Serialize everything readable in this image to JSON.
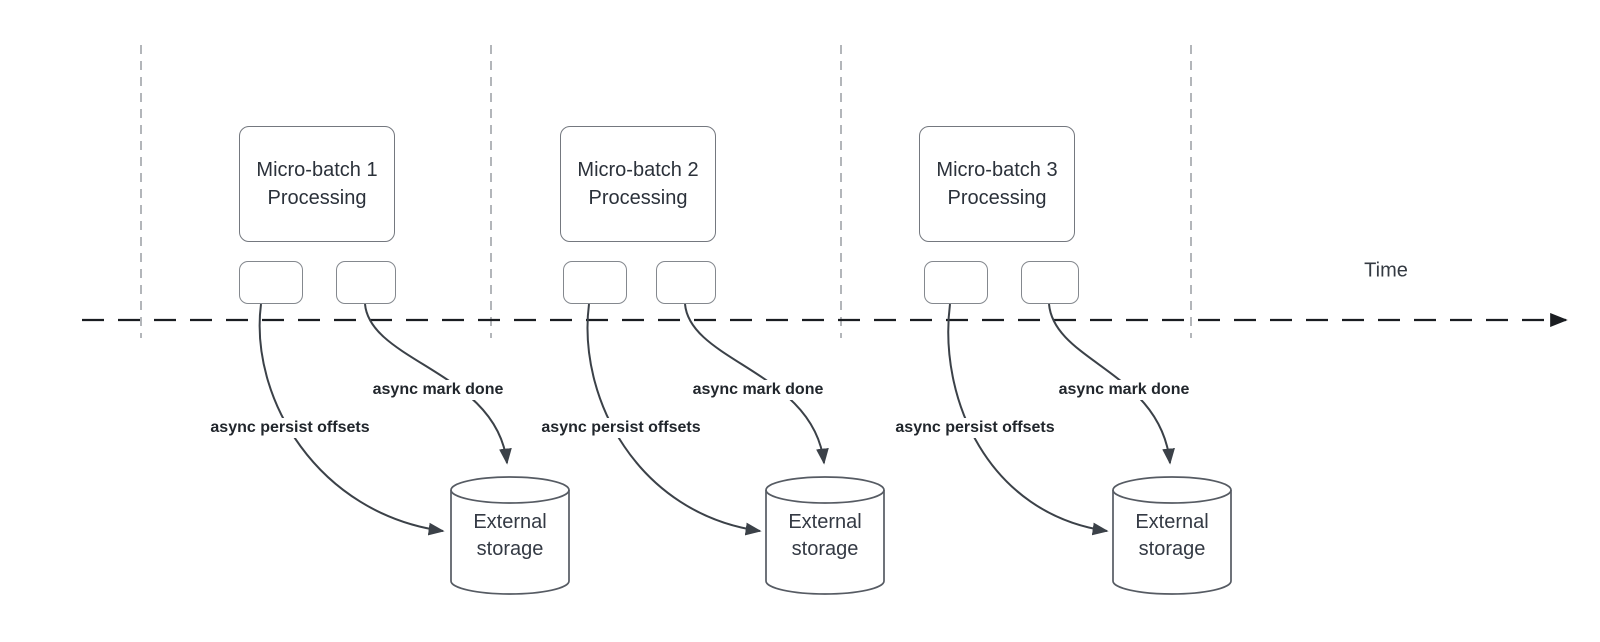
{
  "diagram": {
    "time_label": "Time",
    "colors": {
      "curve_stroke": "#3b4148",
      "timeline_stroke": "#1a1d21",
      "gridline_stroke": "#b3b6ba",
      "shape_stroke": "#565b63",
      "text_dark": "#2b313a",
      "label_bold_text": "#21262c",
      "background": "#ffffff"
    },
    "batches": [
      {
        "title_line1": "Micro-batch 1",
        "title_line2": "Processing",
        "persist_label": "async persist offsets",
        "done_label": "async mark done",
        "storage_line1": "External",
        "storage_line2": "storage"
      },
      {
        "title_line1": "Micro-batch 2",
        "title_line2": "Processing",
        "persist_label": "async persist offsets",
        "done_label": "async mark done",
        "storage_line1": "External",
        "storage_line2": "storage"
      },
      {
        "title_line1": "Micro-batch 3",
        "title_line2": "Processing",
        "persist_label": "async persist offsets",
        "done_label": "async mark done",
        "storage_line1": "External",
        "storage_line2": "storage"
      }
    ]
  }
}
